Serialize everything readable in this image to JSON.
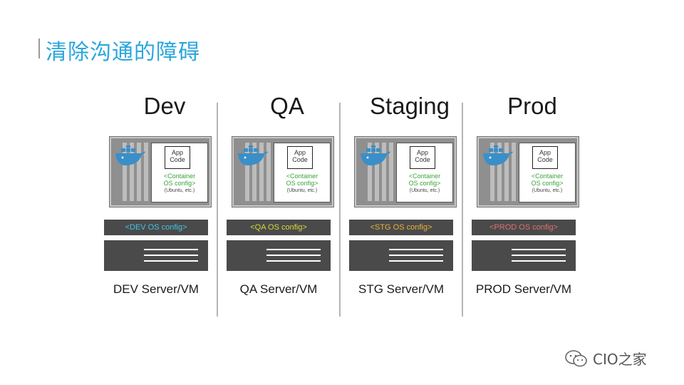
{
  "slide": {
    "title": "清除沟通的障碍"
  },
  "container": {
    "app_code_line1": "App",
    "app_code_line2": "Code",
    "config_line1": "<Container",
    "config_line2": "OS config>",
    "config_note": "(Ubuntu, etc.)"
  },
  "stages": [
    {
      "name": "Dev",
      "os_config": "<DEV OS config>",
      "os_color": "#3fc6e8",
      "server": "DEV Server/VM"
    },
    {
      "name": "QA",
      "os_config": "<QA OS config>",
      "os_color": "#d9d93a",
      "server": "QA Server/VM"
    },
    {
      "name": "Staging",
      "os_config": "<STG OS config>",
      "os_color": "#e8b23a",
      "server": "STG Server/VM"
    },
    {
      "name": "Prod",
      "os_config": "<PROD OS config>",
      "os_color": "#e07070",
      "server": "PROD Server/VM"
    }
  ],
  "icons": {
    "container": "docker-whale-icon",
    "document": "document-icon",
    "watermark": "wechat-icon"
  },
  "watermark": {
    "text": "CIO之家"
  }
}
